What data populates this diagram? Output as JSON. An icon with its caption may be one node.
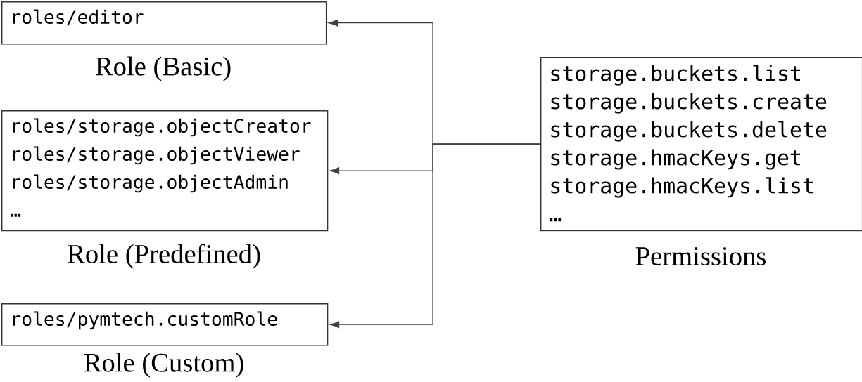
{
  "diagram": {
    "nodes": [
      {
        "text": [
          "roles/editor",
          "Role (Basic)"
        ]
      },
      {
        "text": [
          "roles/storage.objectCreator",
          "roles/storage.objectViewer",
          "roles/storage.objectAdmin",
          "…",
          "Role (Predefined)"
        ]
      },
      {
        "text": [
          "roles/pymtech.customRole",
          "Role (Custom)"
        ]
      },
      {
        "text": [
          "storage.buckets.list",
          "storage.buckets.create",
          "storage.buckets.delete",
          "storage.hmacKeys.get",
          "storage.hmacKeys.list",
          "…",
          "Permissions"
        ]
      }
    ],
    "edges": [
      {
        "from": 3,
        "to": 0,
        "arrow": "to"
      },
      {
        "from": 3,
        "to": 1,
        "arrow": "to"
      },
      {
        "from": 3,
        "to": 2,
        "arrow": "to"
      }
    ]
  }
}
